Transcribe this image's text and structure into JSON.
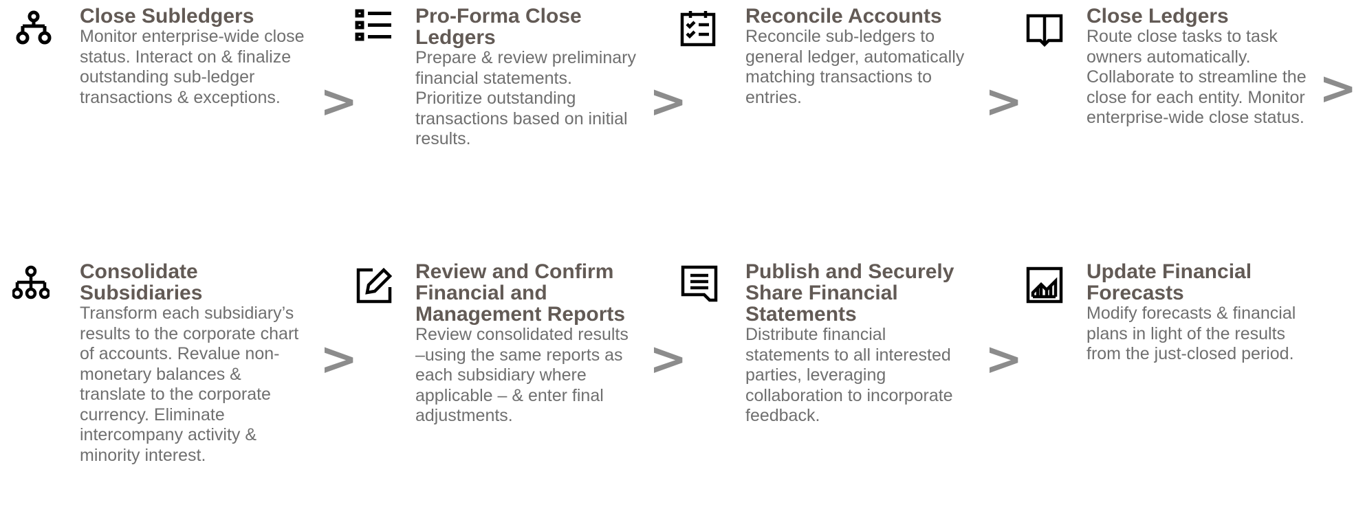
{
  "row1": [
    {
      "icon": "org-hierarchy-icon",
      "title": "Close Subledgers",
      "description": "Monitor enterprise-wide close status. Interact on & finalize outstanding sub-ledger transactions & exceptions."
    },
    {
      "icon": "list-icon",
      "title": "Pro-Forma Close Ledgers",
      "description": "Prepare & review preliminary financial statements. Prioritize outstanding transactions based on initial results."
    },
    {
      "icon": "checklist-icon",
      "title": "Reconcile Accounts",
      "description": "Reconcile sub-ledgers to general ledger, automatically matching transactions to entries."
    },
    {
      "icon": "book-icon",
      "title": "Close Ledgers",
      "description": "Route close tasks to task owners automatically. Collaborate to streamline the close for each entity. Monitor enterprise-wide close status."
    }
  ],
  "row2": [
    {
      "icon": "consolidation-hierarchy-icon",
      "title": "Consolidate Subsidiaries",
      "description": "Transform each subsidiary’s results to the corporate chart of accounts.  Revalue non-monetary balances & translate to the corporate currency.  Eliminate intercompany activity & minority interest."
    },
    {
      "icon": "edit-icon",
      "title": "Review and Confirm Financial and Management Reports",
      "description": "Review consolidated results –using the same reports as each subsidiary where applicable – & enter final adjustments."
    },
    {
      "icon": "document-icon",
      "title": "Publish and Securely Share Financial Statements",
      "description": "Distribute financial statements to all interested parties, leveraging collaboration to incorporate feedback."
    },
    {
      "icon": "chart-icon",
      "title": "Update Financial Forecasts",
      "description": "Modify forecasts & financial plans in light of the results from the just-closed period."
    }
  ],
  "arrow": ">"
}
